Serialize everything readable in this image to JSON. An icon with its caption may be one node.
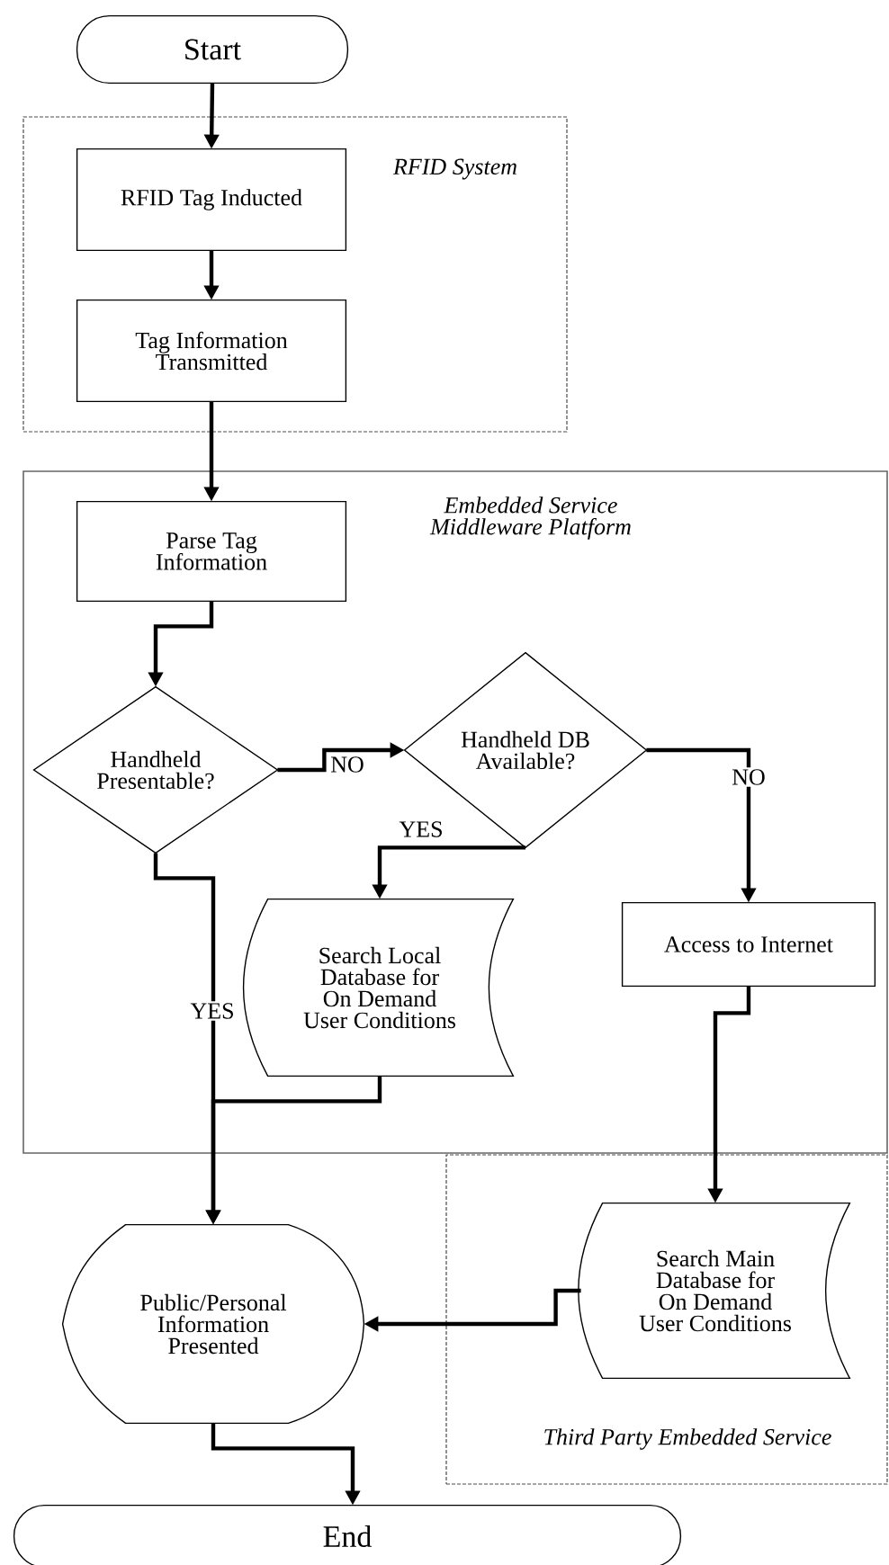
{
  "diagram": {
    "nodes": [
      {
        "text": [
          "Start"
        ]
      },
      {
        "text": [
          "RFID System"
        ]
      },
      {
        "text": [
          "RFID Tag Inducted"
        ],
        "in": 1
      },
      {
        "text": [
          "Tag Information Transmitted"
        ],
        "in": 1
      },
      {
        "text": [
          "Embedded Service Middleware Platform"
        ]
      },
      {
        "text": [
          "Parse Tag Information"
        ],
        "in": 4
      },
      {
        "text": [
          "Handheld Presentable?"
        ],
        "in": 4
      },
      {
        "text": [
          "Handheld DB Available?"
        ],
        "in": 4
      },
      {
        "text": [
          "Search Local Database for On Demand User Conditions"
        ],
        "in": 4
      },
      {
        "text": [
          "Access to Internet"
        ],
        "in": 4
      },
      {
        "text": [
          "Third Party Embedded Service"
        ]
      },
      {
        "text": [
          "Search Main Database for On Demand User Conditions"
        ],
        "in": 10
      },
      {
        "text": [
          "Public/Personal Information Presented"
        ]
      },
      {
        "text": [
          "End"
        ]
      }
    ],
    "edges": [
      {
        "from": 0,
        "to": 2,
        "arrow": "to"
      },
      {
        "from": 2,
        "to": 3,
        "arrow": "to"
      },
      {
        "from": 3,
        "to": 5,
        "arrow": "to"
      },
      {
        "from": 5,
        "to": 6,
        "arrow": "to"
      },
      {
        "from": 6,
        "to": 7,
        "arrow": "to",
        "label": "NO"
      },
      {
        "from": 7,
        "to": 8,
        "arrow": "to",
        "label": "YES"
      },
      {
        "from": 7,
        "to": 9,
        "arrow": "to",
        "label": "NO"
      },
      {
        "from": 6,
        "to": 12,
        "arrow": "to",
        "label": "YES"
      },
      {
        "from": 8,
        "to": 12,
        "arrow": "to"
      },
      {
        "from": 9,
        "to": 11,
        "arrow": "to"
      },
      {
        "from": 11,
        "to": 12,
        "arrow": "to"
      },
      {
        "from": 12,
        "to": 13,
        "arrow": "to"
      }
    ]
  }
}
